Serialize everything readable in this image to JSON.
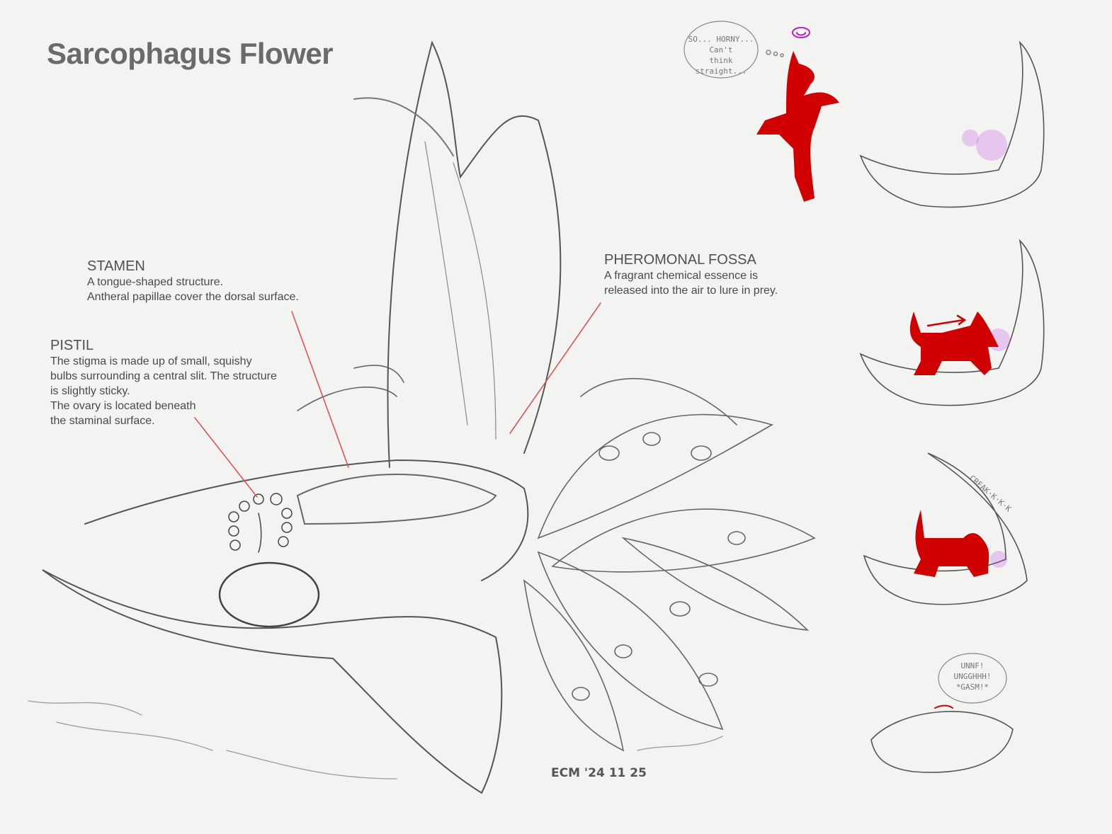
{
  "title": "Sarcophagus Flower",
  "annotations": {
    "stamen": {
      "heading": "STAMEN",
      "lines": [
        "A tongue-shaped structure.",
        "Antheral papillae cover the dorsal surface."
      ]
    },
    "pistil": {
      "heading": "PISTIL",
      "lines": [
        "The stigma is made up of small, squishy",
        "bulbs surrounding a central slit. The structure",
        "is slightly sticky.",
        "The ovary is located beneath",
        "the staminal surface."
      ]
    },
    "fossa": {
      "heading": "PHEROMONAL FOSSA",
      "lines": [
        "A fragrant chemical essence is",
        "released into the air to lure in prey."
      ]
    }
  },
  "comic": {
    "bubble1": [
      "SO... HORNY...",
      "Can't",
      "think straight..."
    ],
    "sfx": "CREAK·K·K·K",
    "bubble2": [
      "UNNF!",
      "UNGGHHH!",
      "*GASM!*"
    ]
  },
  "signature": "ECM '24 11 25",
  "colors": {
    "leader": "#e05555",
    "creature": "#d10000",
    "pheromone": "#c040e0",
    "pencil": "#555555"
  }
}
